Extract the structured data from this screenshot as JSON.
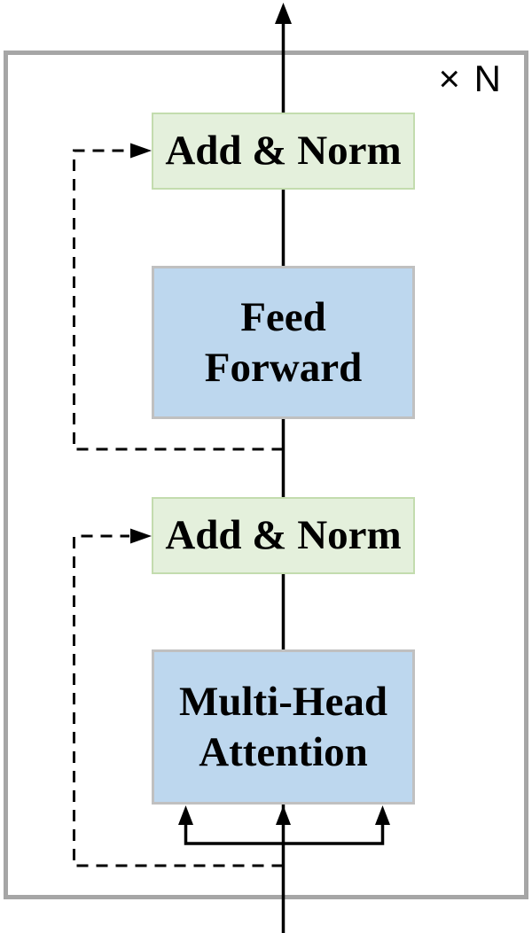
{
  "diagram": {
    "repeat_label": "× N",
    "boxes": {
      "add_norm_top": {
        "label": "Add & Norm",
        "fill": "#e4f0dc",
        "border": "#c3dcae"
      },
      "feed_forward": {
        "label": "Feed\nForward",
        "fill": "#bdd7ee",
        "border": "#c0c0c0"
      },
      "add_norm_bottom": {
        "label": "Add & Norm",
        "fill": "#e4f0dc",
        "border": "#c3dcae"
      },
      "multi_head_attention": {
        "label": "Multi-Head\nAttention",
        "fill": "#bdd7ee",
        "border": "#c0c0c0"
      }
    },
    "colors": {
      "frame_border": "#a6a6a6",
      "line": "#000000"
    }
  }
}
